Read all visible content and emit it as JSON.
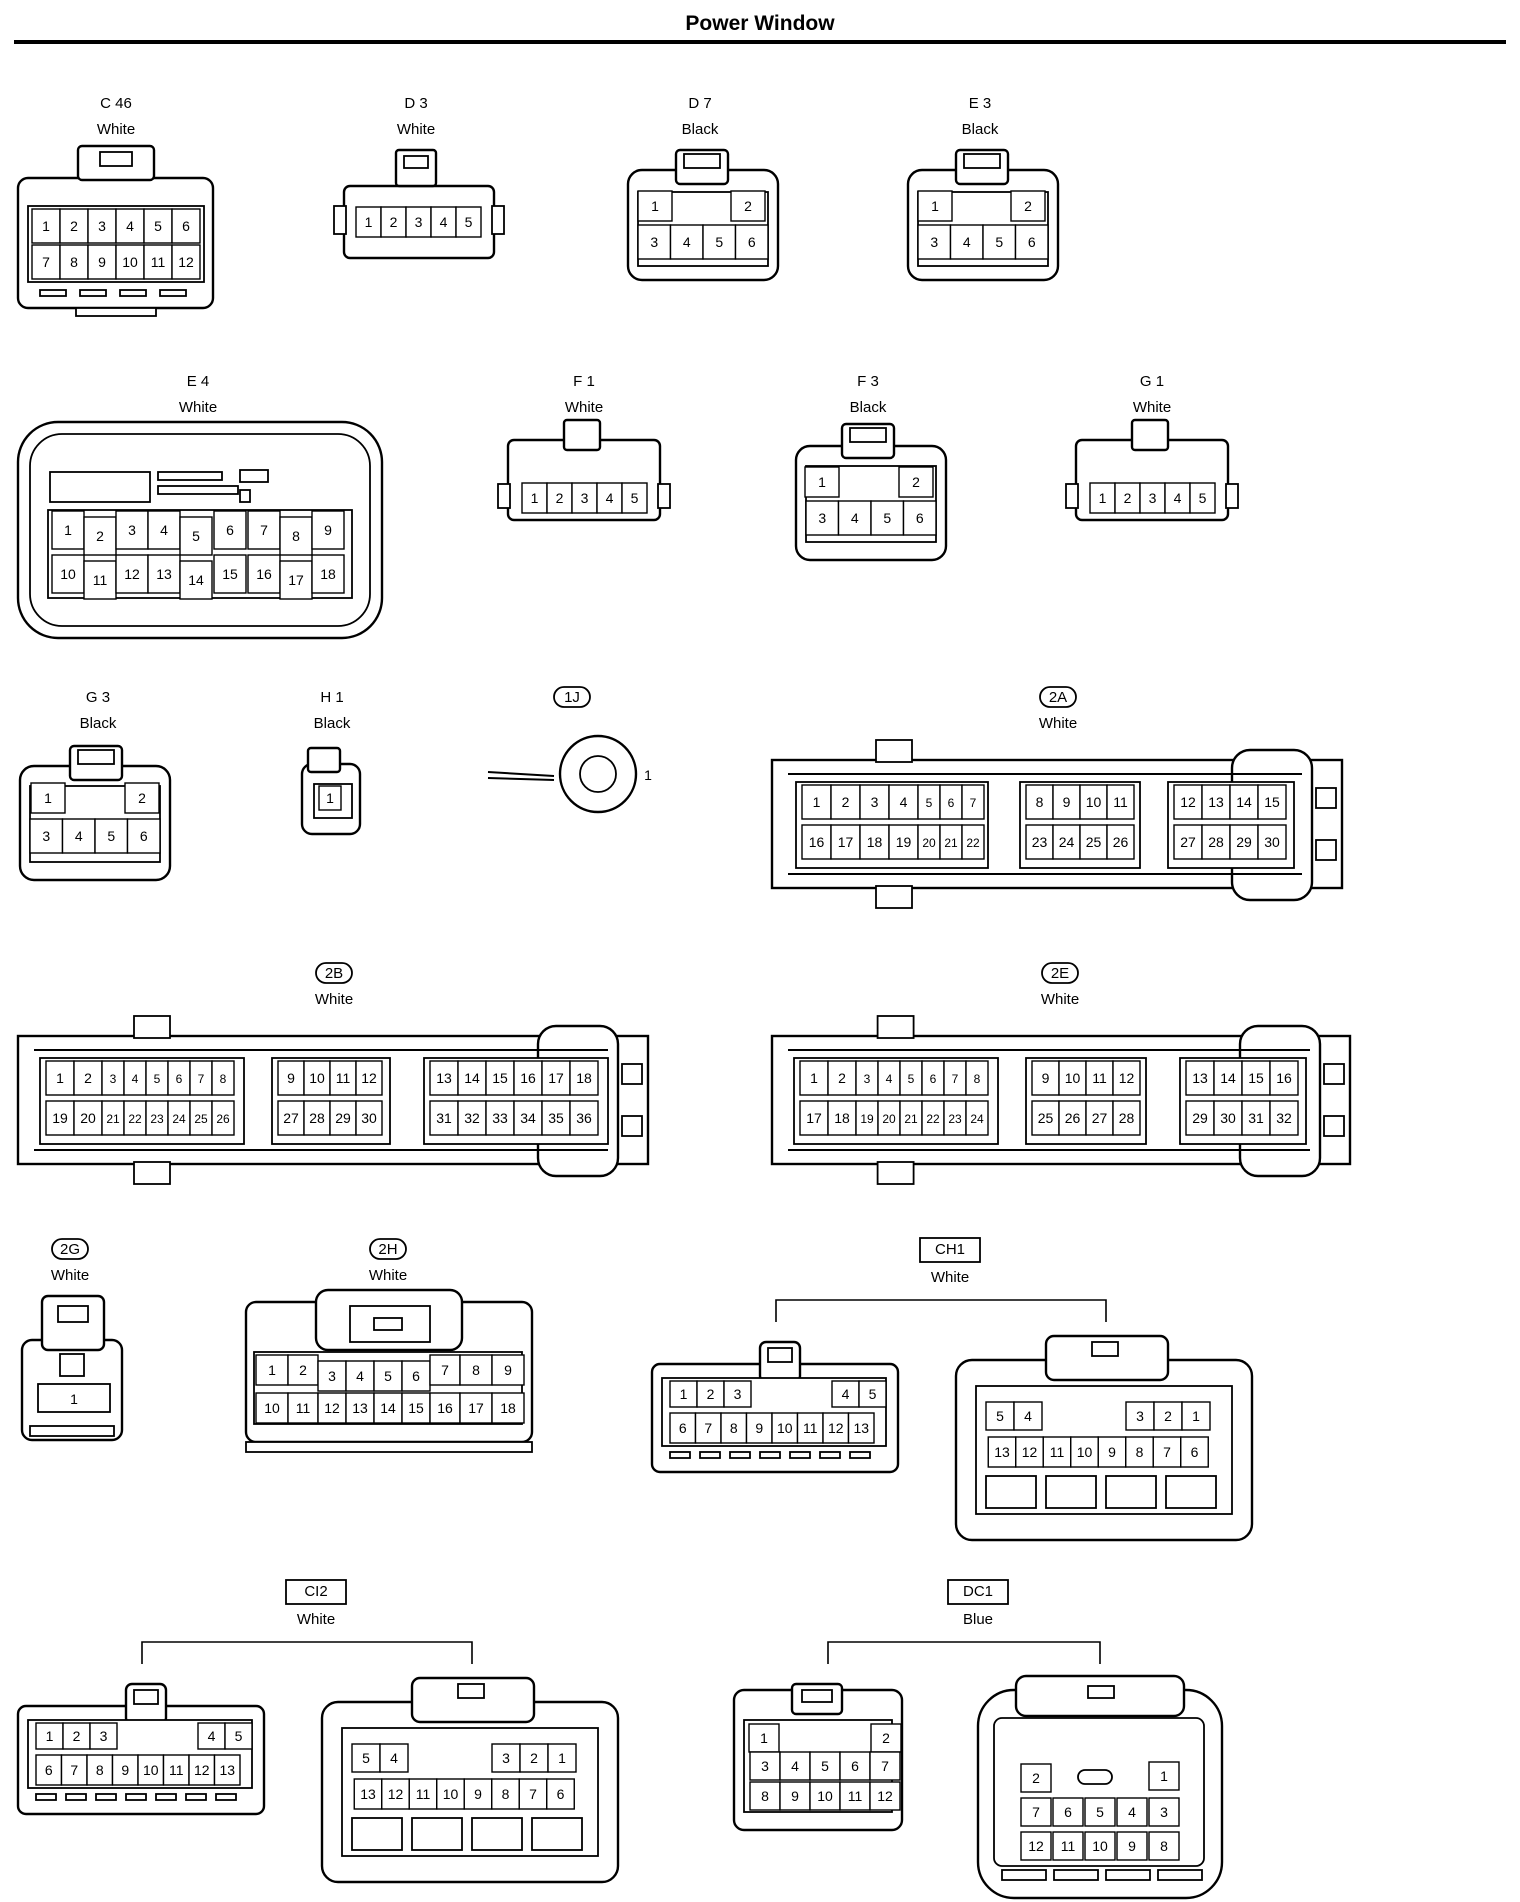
{
  "title": "Power Window",
  "connectors": {
    "C46": {
      "id": "C 46",
      "color": "White",
      "pins": [
        "1",
        "2",
        "3",
        "4",
        "5",
        "6",
        "7",
        "8",
        "9",
        "10",
        "11",
        "12"
      ]
    },
    "D3": {
      "id": "D 3",
      "color": "White",
      "pins": [
        "1",
        "2",
        "3",
        "4",
        "5"
      ]
    },
    "D7": {
      "id": "D 7",
      "color": "Black",
      "pins": [
        "1",
        "2",
        "3",
        "4",
        "5",
        "6"
      ]
    },
    "E3": {
      "id": "E 3",
      "color": "Black",
      "pins": [
        "1",
        "2",
        "3",
        "4",
        "5",
        "6"
      ]
    },
    "E4": {
      "id": "E 4",
      "color": "White",
      "pins": [
        "1",
        "2",
        "3",
        "4",
        "5",
        "6",
        "7",
        "8",
        "9",
        "10",
        "11",
        "12",
        "13",
        "14",
        "15",
        "16",
        "17",
        "18"
      ]
    },
    "F1": {
      "id": "F 1",
      "color": "White",
      "pins": [
        "1",
        "2",
        "3",
        "4",
        "5"
      ]
    },
    "F3": {
      "id": "F 3",
      "color": "Black",
      "pins": [
        "1",
        "2",
        "3",
        "4",
        "5",
        "6"
      ]
    },
    "G1": {
      "id": "G 1",
      "color": "White",
      "pins": [
        "1",
        "2",
        "3",
        "4",
        "5"
      ]
    },
    "G3": {
      "id": "G 3",
      "color": "Black",
      "pins": [
        "1",
        "2",
        "3",
        "4",
        "5",
        "6"
      ]
    },
    "H1": {
      "id": "H 1",
      "color": "Black",
      "pins": [
        "1"
      ]
    },
    "1J": {
      "id": "1J",
      "color": "",
      "pins": [
        "1"
      ]
    },
    "2A": {
      "id": "2A",
      "color": "White",
      "pins": [
        "1",
        "2",
        "3",
        "4",
        "5",
        "6",
        "7",
        "8",
        "9",
        "10",
        "11",
        "12",
        "13",
        "14",
        "15",
        "16",
        "17",
        "18",
        "19",
        "20",
        "21",
        "22",
        "23",
        "24",
        "25",
        "26",
        "27",
        "28",
        "29",
        "30"
      ]
    },
    "2B": {
      "id": "2B",
      "color": "White",
      "pins": [
        "1",
        "2",
        "3",
        "4",
        "5",
        "6",
        "7",
        "8",
        "9",
        "10",
        "11",
        "12",
        "13",
        "14",
        "15",
        "16",
        "17",
        "18",
        "19",
        "20",
        "21",
        "22",
        "23",
        "24",
        "25",
        "26",
        "27",
        "28",
        "29",
        "30",
        "31",
        "32",
        "33",
        "34",
        "35",
        "36"
      ]
    },
    "2E": {
      "id": "2E",
      "color": "White",
      "pins": [
        "1",
        "2",
        "3",
        "4",
        "5",
        "6",
        "7",
        "8",
        "9",
        "10",
        "11",
        "12",
        "13",
        "14",
        "15",
        "16",
        "17",
        "18",
        "19",
        "20",
        "21",
        "22",
        "23",
        "24",
        "25",
        "26",
        "27",
        "28",
        "29",
        "30",
        "31",
        "32"
      ]
    },
    "2G": {
      "id": "2G",
      "color": "White",
      "pins": [
        "1"
      ]
    },
    "2H": {
      "id": "2H",
      "color": "White",
      "pins": [
        "1",
        "2",
        "3",
        "4",
        "5",
        "6",
        "7",
        "8",
        "9",
        "10",
        "11",
        "12",
        "13",
        "14",
        "15",
        "16",
        "17",
        "18"
      ]
    },
    "CH1": {
      "id": "CH1",
      "color": "White",
      "pins": [
        "1",
        "2",
        "3",
        "4",
        "5",
        "6",
        "7",
        "8",
        "9",
        "10",
        "11",
        "12",
        "13"
      ]
    },
    "CI2": {
      "id": "CI2",
      "color": "White",
      "pins": [
        "1",
        "2",
        "3",
        "4",
        "5",
        "6",
        "7",
        "8",
        "9",
        "10",
        "11",
        "12",
        "13"
      ]
    },
    "DC1": {
      "id": "DC1",
      "color": "Blue",
      "pins": [
        "1",
        "2",
        "3",
        "4",
        "5",
        "6",
        "7",
        "8",
        "9",
        "10",
        "11",
        "12"
      ]
    }
  }
}
